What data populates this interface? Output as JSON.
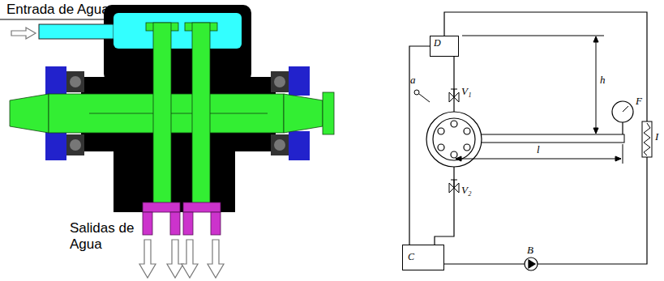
{
  "diagram": {
    "nodes": [
      {
        "text": [
          "D"
        ]
      },
      {
        "text": [
          "C"
        ]
      }
    ],
    "edges": [
      {
        "from": 0,
        "to": 1,
        "arrow": "none"
      },
      {
        "from": 0,
        "to": 1,
        "arrow": "none"
      },
      {
        "from": 1,
        "to": 0,
        "arrow": "none"
      }
    ],
    "labels": [
      "Entrada de Agua",
      "Salidas de Agua",
      "h",
      "V₁",
      "a",
      "F",
      "l",
      "V₂",
      "B",
      "I"
    ]
  }
}
